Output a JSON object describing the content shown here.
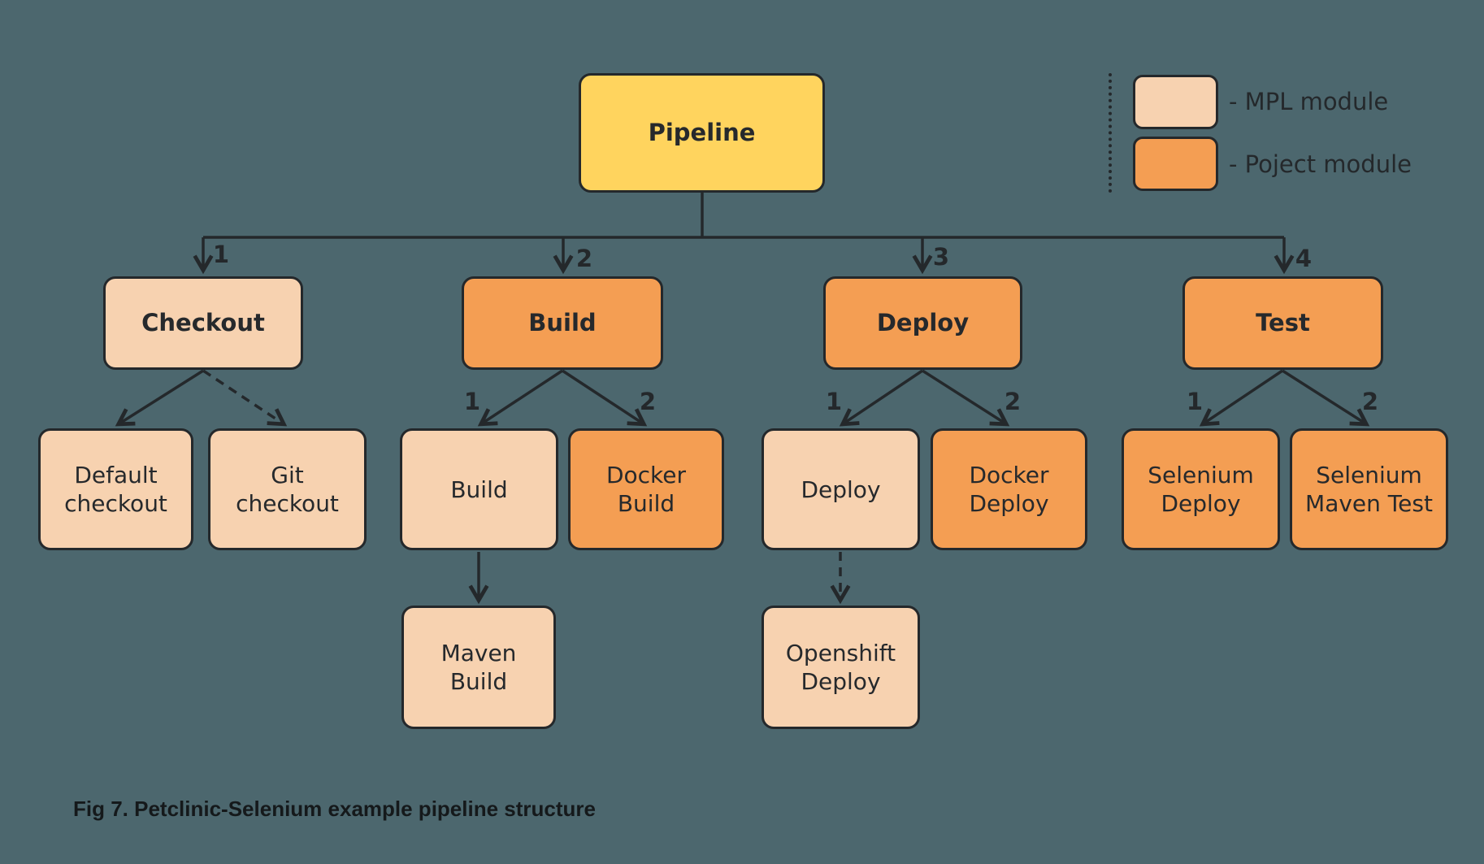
{
  "diagram": {
    "root": {
      "label": "Pipeline"
    },
    "stages": [
      {
        "label": "Checkout"
      },
      {
        "label": "Build"
      },
      {
        "label": "Deploy"
      },
      {
        "label": "Test"
      }
    ],
    "children": {
      "default_checkout": "Default\ncheckout",
      "git_checkout": "Git\ncheckout",
      "build": "Build",
      "docker_build": "Docker\nBuild",
      "deploy": "Deploy",
      "docker_deploy": "Docker\nDeploy",
      "selenium_deploy": "Selenium\nDeploy",
      "selenium_maven_test": "Selenium\nMaven Test",
      "maven_build": "Maven\nBuild",
      "openshift_deploy": "Openshift\nDeploy"
    },
    "trunk_numbers": [
      "1",
      "2",
      "3",
      "4"
    ],
    "build_numbers": [
      "1",
      "2"
    ],
    "deploy_numbers": [
      "1",
      "2"
    ],
    "test_numbers": [
      "1",
      "2"
    ]
  },
  "legend": {
    "items": [
      {
        "swatch": "mpl-module-swatch",
        "label": "- MPL module"
      },
      {
        "swatch": "project-module-swatch",
        "label": "- Poject module"
      }
    ]
  },
  "caption": "Fig 7. Petclinic-Selenium example pipeline structure",
  "colors": {
    "background": "#4c676e",
    "mpl_module": "#f7d2b0",
    "project_module": "#f49e53",
    "pipeline": "#ffd45e",
    "line": "#24282b"
  }
}
